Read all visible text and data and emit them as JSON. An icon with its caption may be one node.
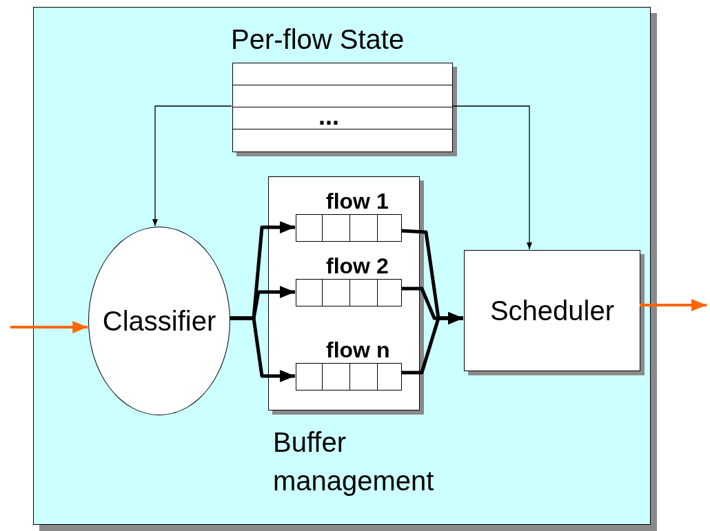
{
  "diagram": {
    "nodes": [
      {
        "text": [],
        "shape": "box"
      },
      {
        "text": [
          "Per-flow State",
          "..."
        ],
        "in": 0
      },
      {
        "text": [
          "Classifier"
        ],
        "in": 0
      },
      {
        "text": [
          "Buffer management"
        ],
        "in": 0
      },
      {
        "text": [
          "flow 1"
        ],
        "in": 3
      },
      {
        "text": [
          "flow 2"
        ],
        "in": 3
      },
      {
        "text": [
          "flow n"
        ],
        "in": 3
      },
      {
        "text": [
          "Scheduler"
        ],
        "in": 0
      }
    ],
    "edges": [
      {
        "from": null,
        "to": 2,
        "arrow": "to",
        "color": "#ff6600"
      },
      {
        "from": 1,
        "to": 2,
        "arrow": "to"
      },
      {
        "from": 1,
        "to": 7,
        "arrow": "to"
      },
      {
        "from": 2,
        "to": 4,
        "arrow": "to"
      },
      {
        "from": 2,
        "to": 5,
        "arrow": "to"
      },
      {
        "from": 2,
        "to": 6,
        "arrow": "to"
      },
      {
        "from": 4,
        "to": 7,
        "arrow": "to"
      },
      {
        "from": 5,
        "to": 7,
        "arrow": "to"
      },
      {
        "from": 6,
        "to": 7,
        "arrow": "to"
      },
      {
        "from": 7,
        "to": null,
        "arrow": "to",
        "color": "#ff6600"
      }
    ]
  }
}
